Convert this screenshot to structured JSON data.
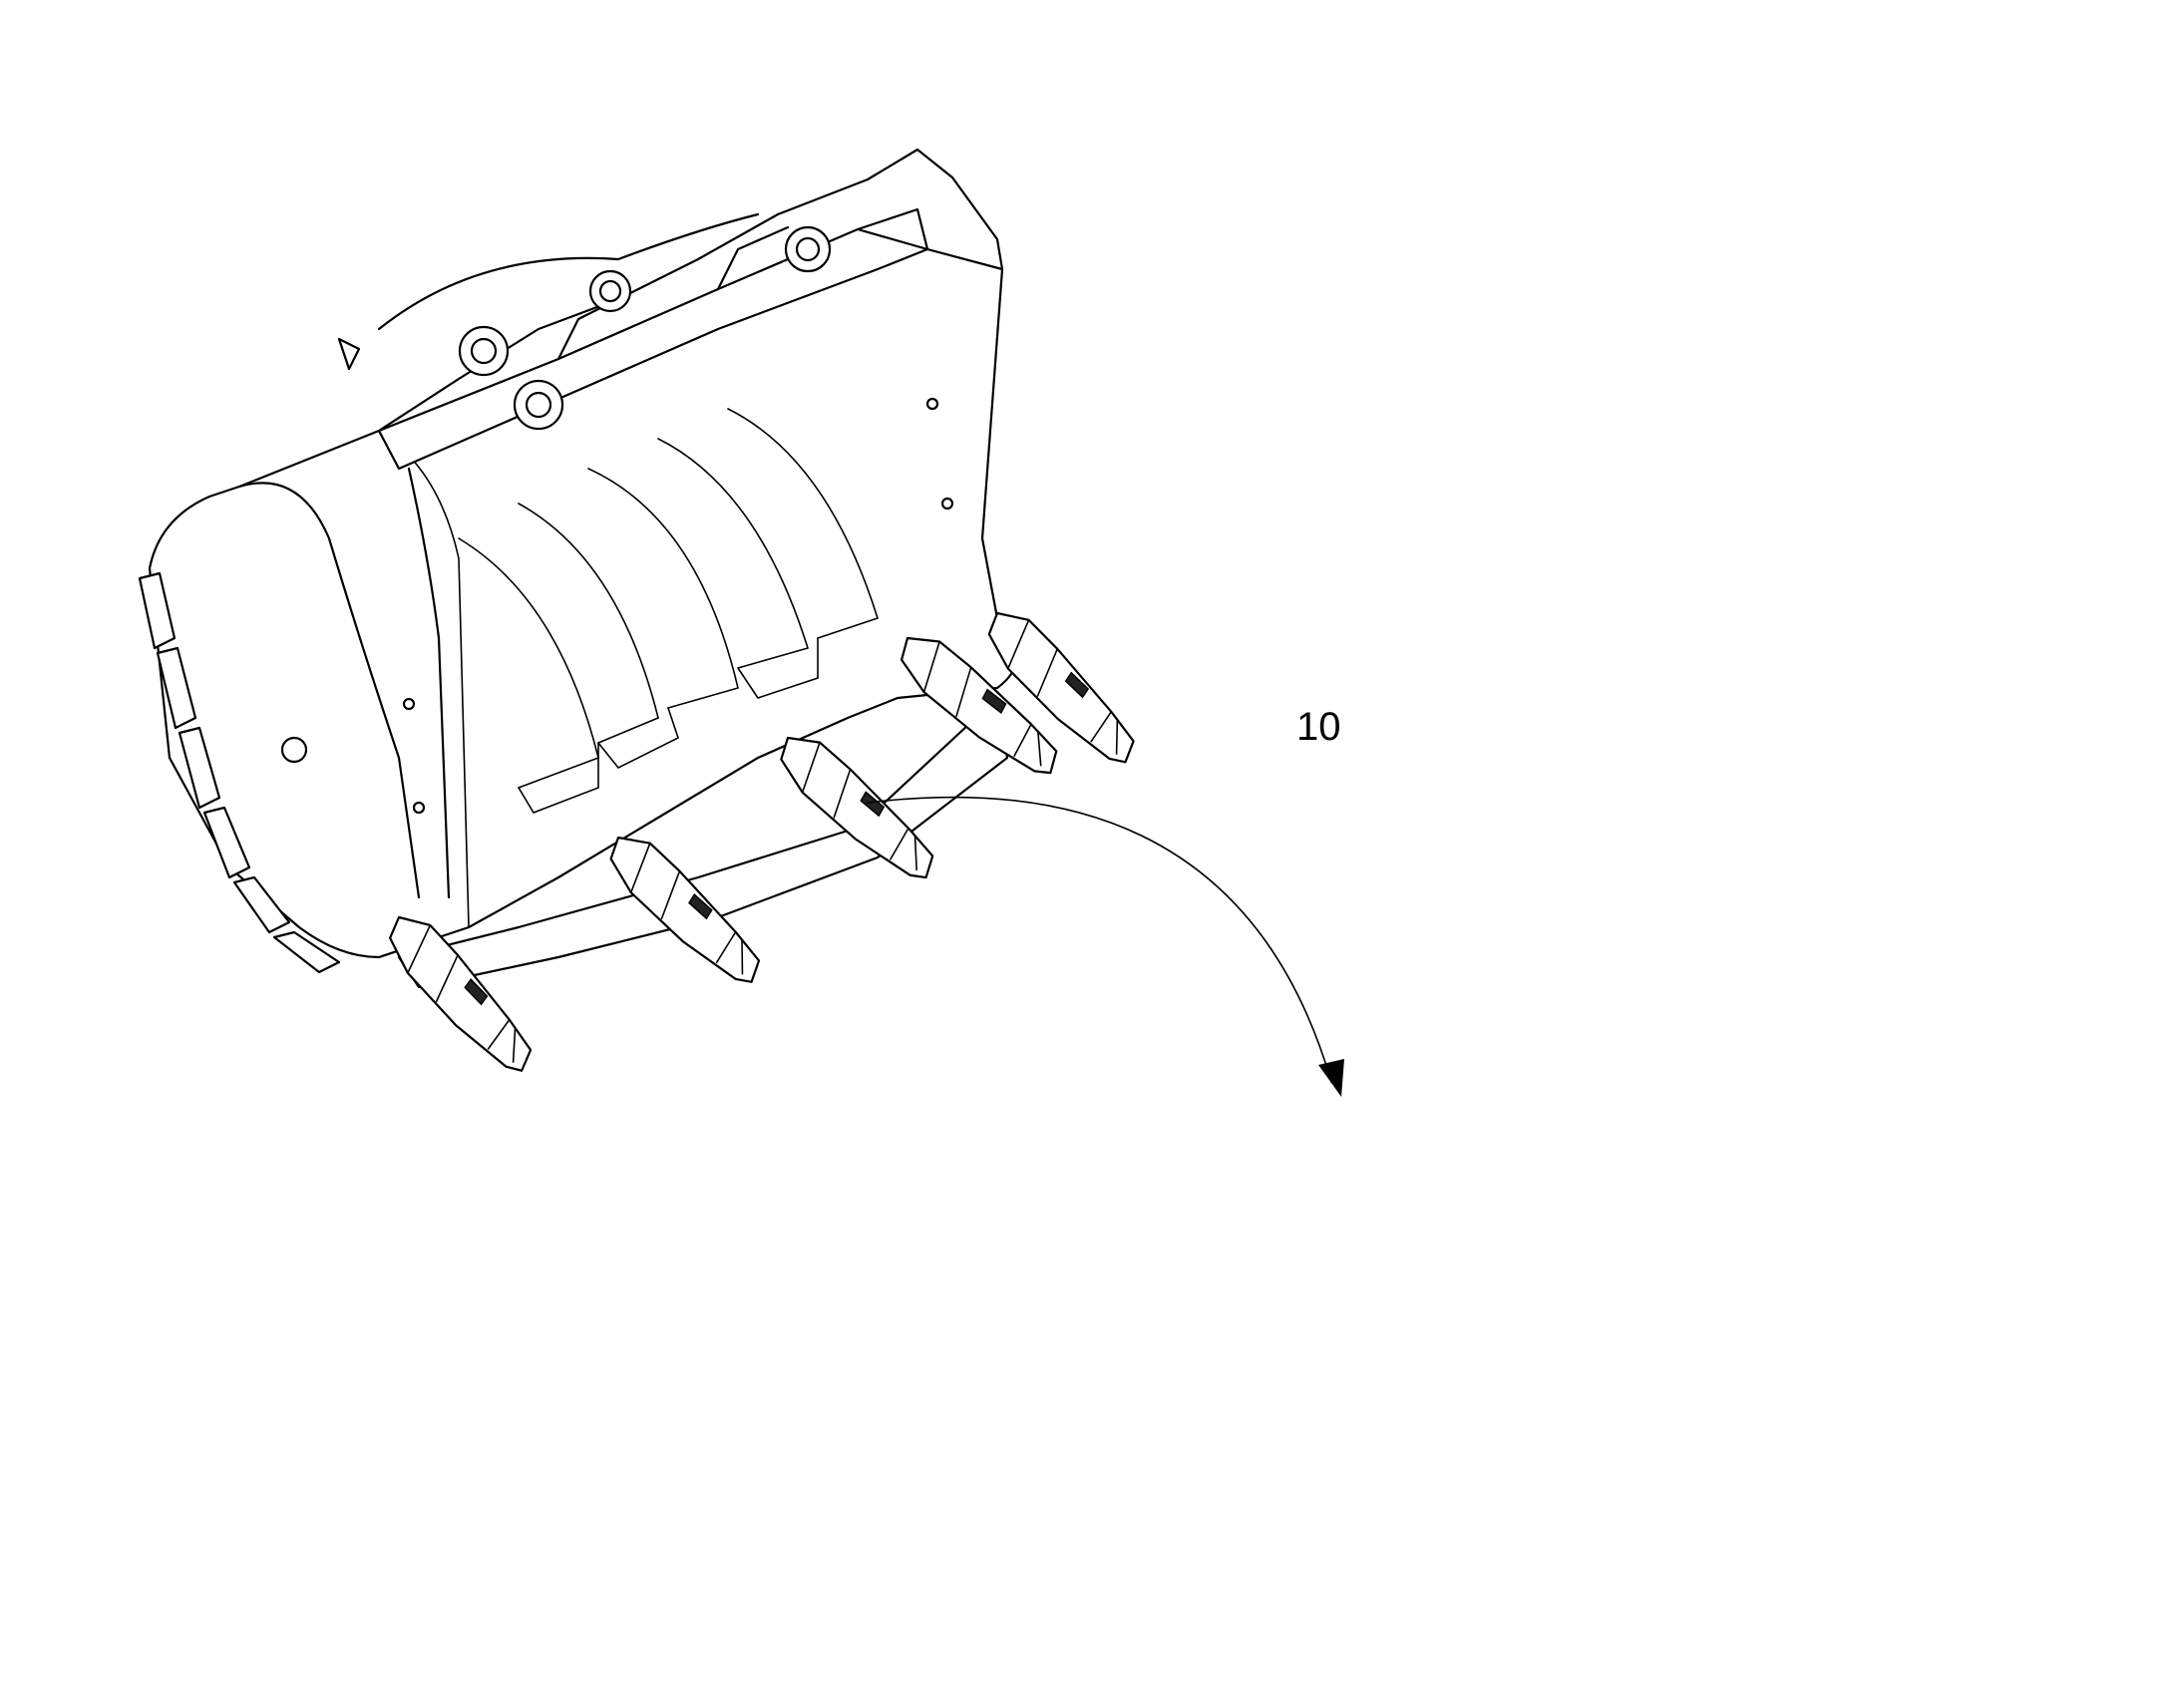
{
  "figure": {
    "callout_label": "10"
  },
  "colors": {
    "line": "#000000",
    "background": "#ffffff"
  },
  "parts": [
    {
      "id": "bucket",
      "icon": "excavator-bucket-icon"
    },
    {
      "id": "adapter-section",
      "icon": "adapter-icon"
    },
    {
      "id": "retaining-pin",
      "icon": "pin-icon"
    },
    {
      "id": "lock-retainer",
      "icon": "retainer-icon"
    },
    {
      "id": "washer",
      "icon": "washer-icon"
    },
    {
      "id": "cap",
      "icon": "cap-icon"
    },
    {
      "id": "tooth-tip",
      "icon": "tooth-icon"
    },
    {
      "id": "wear-cap",
      "icon": "wear-cap-icon"
    },
    {
      "id": "lip-segment",
      "icon": "lip-segment-icon"
    }
  ]
}
